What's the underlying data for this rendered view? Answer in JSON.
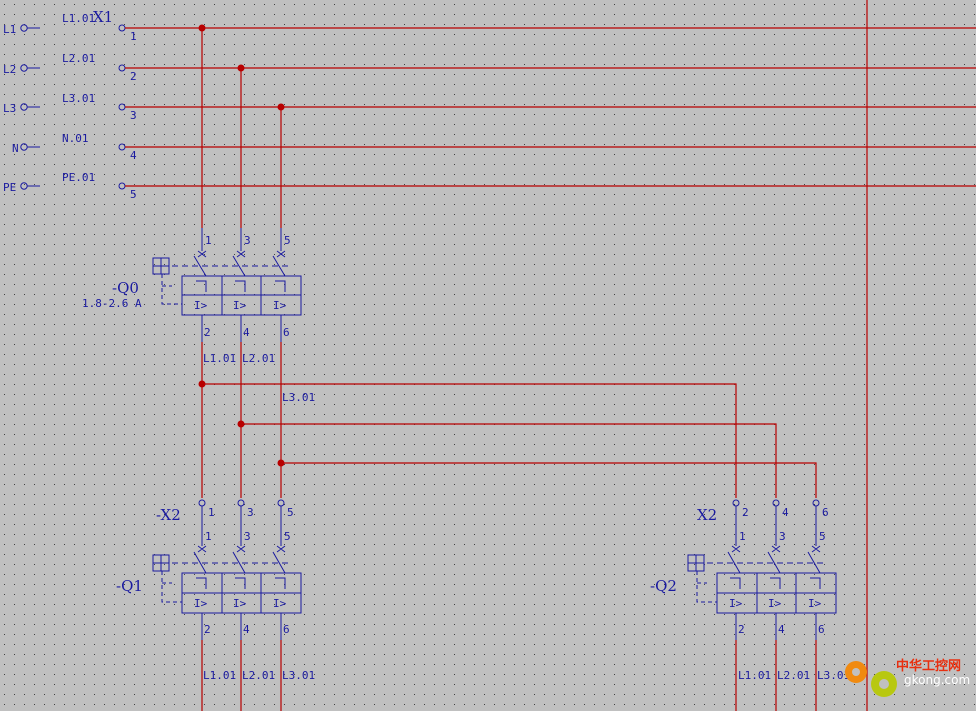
{
  "terminal_strip": {
    "tag": "X1",
    "rows": [
      {
        "name": "L1",
        "wire": "L1.01",
        "num": "1"
      },
      {
        "name": "L2",
        "wire": "L2.01",
        "num": "2"
      },
      {
        "name": "L3",
        "wire": "L3.01",
        "num": "3"
      },
      {
        "name": "N",
        "wire": "N.01",
        "num": "4"
      },
      {
        "name": "PE",
        "wire": "PE.01",
        "num": "5"
      }
    ]
  },
  "breakers": {
    "q0": {
      "tag": "-Q0",
      "rating": "1.8-2.6 A",
      "top": [
        "1",
        "3",
        "5"
      ],
      "bottom": [
        "2",
        "4",
        "6"
      ],
      "out": [
        "L1.01",
        "L2.01",
        "L3.01"
      ]
    },
    "q1": {
      "tag": "-Q1",
      "top": [
        "1",
        "3",
        "5"
      ],
      "bottom": [
        "2",
        "4",
        "6"
      ],
      "out": [
        "L1.01",
        "L2.01",
        "L3.01"
      ]
    },
    "q2": {
      "tag": "-Q2",
      "top": [
        "1",
        "3",
        "5"
      ],
      "bottom": [
        "2",
        "4",
        "6"
      ],
      "out": [
        "L1.01",
        "L2.01",
        "L3.01"
      ]
    }
  },
  "relay_label": "I>",
  "connectors": {
    "x2_left": {
      "tag": "-X2",
      "pins": [
        "1",
        "3",
        "5"
      ]
    },
    "x2_right": {
      "tag": "X2",
      "pins": [
        "2",
        "4",
        "6"
      ]
    }
  },
  "watermark": {
    "brand": "中华工控网",
    "url": "gkong.com"
  },
  "colors": {
    "background": "#c0c0c0",
    "wire": "#b80000",
    "symbol": "#1a1aa0"
  }
}
